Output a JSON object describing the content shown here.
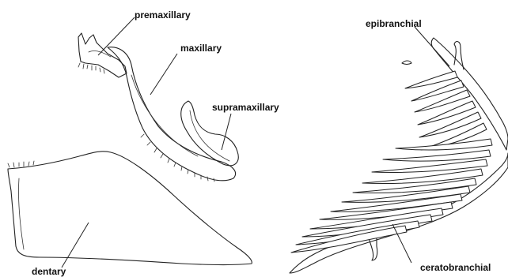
{
  "labels": {
    "premaxillary": "premaxillary",
    "maxillary": "maxillary",
    "supramaxillary": "supramaxillary",
    "dentary": "dentary",
    "epibranchial": "epibranchial",
    "ceratobranchial": "ceratobranchial"
  }
}
